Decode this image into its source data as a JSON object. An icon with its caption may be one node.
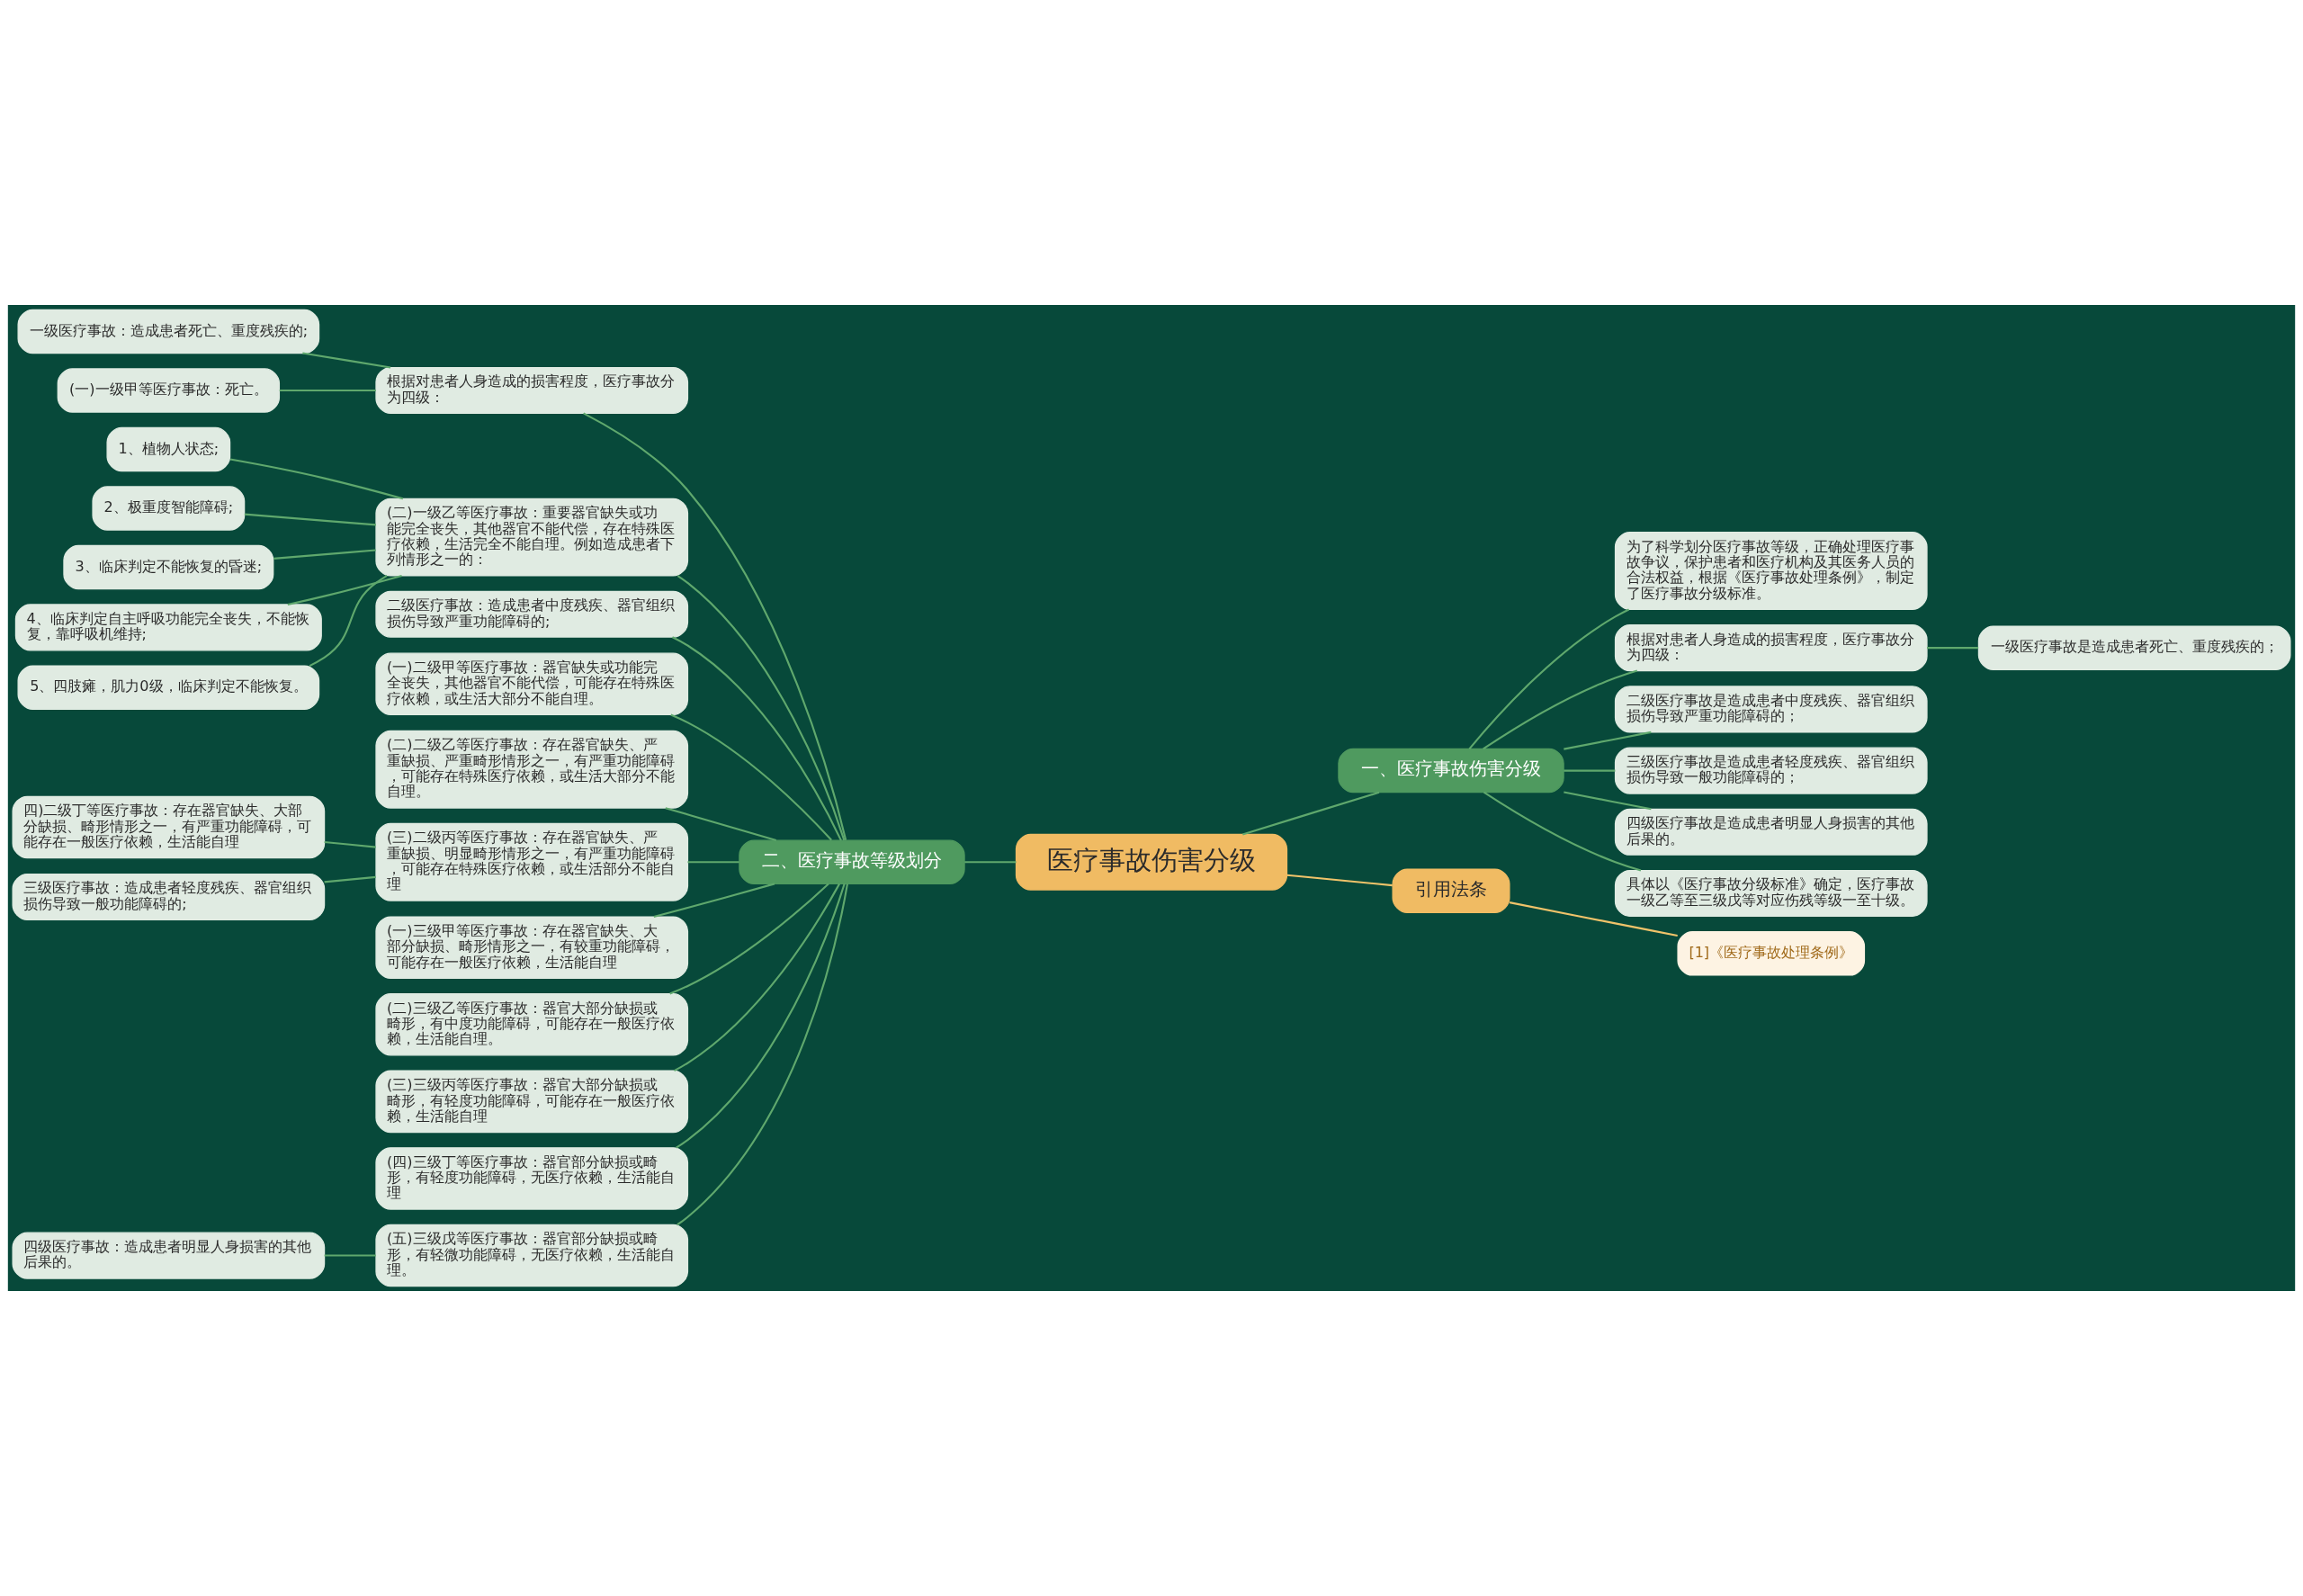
{
  "diagram": {
    "nodes": [
      {
        "text": [
          "医疗事故伤害分级"
        ]
      },
      {
        "text": [
          "一、医疗事故伤害分级"
        ]
      },
      {
        "text": [
          "为了科学划分医疗事故等级，正确处理医疗事故争议，保护患者和医疗机构及其医务人员的合法权益，根据《医疗事故处理条例》，制定了医疗事故分级标准。"
        ]
      },
      {
        "text": [
          "根据对患者人身造成的损害程度，医疗事故分为四级："
        ]
      },
      {
        "text": [
          "二级医疗事故是造成患者中度残疾、器官组织损伤导致严重功能障碍的；"
        ]
      },
      {
        "text": [
          "三级医疗事故是造成患者轻度残疾、器官组织损伤导致一般功能障碍的；"
        ]
      },
      {
        "text": [
          "四级医疗事故是造成患者明显人身损害的其他后果的。"
        ]
      },
      {
        "text": [
          "具体以《医疗事故分级标准》确定，医疗事故一级乙等至三级戊等对应伤残等级一至十级。"
        ]
      },
      {
        "text": [
          "一级医疗事故是造成患者死亡、重度残疾的；"
        ]
      },
      {
        "text": [
          "引用法条"
        ]
      },
      {
        "text": [
          "[1]《医疗事故处理条例》"
        ]
      },
      {
        "text": [
          "二、医疗事故等级划分"
        ]
      },
      {
        "text": [
          "根据对患者人身造成的损害程度，医疗事故分为四级："
        ]
      },
      {
        "text": [
          "一级医疗事故：造成患者死亡、重度残疾的;"
        ]
      },
      {
        "text": [
          "(一)一级甲等医疗事故：死亡。"
        ]
      },
      {
        "text": [
          "(二)一级乙等医疗事故：重要器官缺失或功能完全丧失，其他器官不能代偿，存在特殊医疗依赖，生活完全不能自理。例如造成患者下列情形之一的："
        ]
      },
      {
        "text": [
          "1、植物人状态;"
        ]
      },
      {
        "text": [
          "2、极重度智能障碍;"
        ]
      },
      {
        "text": [
          "3、临床判定不能恢复的昏迷;"
        ]
      },
      {
        "text": [
          "4、临床判定自主呼吸功能完全丧失，不能恢复，靠呼吸机维持;"
        ]
      },
      {
        "text": [
          "5、四肢瘫，肌力0级，临床判定不能恢复。"
        ]
      },
      {
        "text": [
          "二级医疗事故：造成患者中度残疾、器官组织损伤导致严重功能障碍的;"
        ]
      },
      {
        "text": [
          "(一)二级甲等医疗事故：器官缺失或功能完全丧失，其他器官不能代偿，可能存在特殊医疗依赖，或生活大部分不能自理。"
        ]
      },
      {
        "text": [
          "(二)二级乙等医疗事故：存在器官缺失、严重缺损、严重畸形情形之一，有严重功能障碍，可能存在特殊医疗依赖，或生活大部分不能自理。"
        ]
      },
      {
        "text": [
          "(三)二级丙等医疗事故：存在器官缺失、严重缺损、明显畸形情形之一，有严重功能障碍，可能存在特殊医疗依赖，或生活部分不能自理"
        ]
      },
      {
        "text": [
          "四)二级丁等医疗事故：存在器官缺失、大部分缺损、畸形情形之一，有严重功能障碍，可能存在一般医疗依赖，生活能自理"
        ]
      },
      {
        "text": [
          "三级医疗事故：造成患者轻度残疾、器官组织损伤导致一般功能障碍的;"
        ]
      },
      {
        "text": [
          "(一)三级甲等医疗事故：存在器官缺失、大部分缺损、畸形情形之一，有较重功能障碍，可能存在一般医疗依赖，生活能自理"
        ]
      },
      {
        "text": [
          "(二)三级乙等医疗事故：器官大部分缺损或畸形，有中度功能障碍，可能存在一般医疗依赖，生活能自理。"
        ]
      },
      {
        "text": [
          "(三)三级丙等医疗事故：器官大部分缺损或畸形，有轻度功能障碍，可能存在一般医疗依赖，生活能自理"
        ]
      },
      {
        "text": [
          "(四)三级丁等医疗事故：器官部分缺损或畸形，有轻度功能障碍，无医疗依赖，生活能自理"
        ]
      },
      {
        "text": [
          "(五)三级戊等医疗事故：器官部分缺损或畸形，有轻微功能障碍，无医疗依赖，生活能自理。"
        ]
      },
      {
        "text": [
          "四级医疗事故：造成患者明显人身损害的其他后果的。"
        ]
      }
    ],
    "edges": [
      {
        "from": 0,
        "to": 1,
        "arrow": "none"
      },
      {
        "from": 1,
        "to": 2,
        "arrow": "none"
      },
      {
        "from": 1,
        "to": 3,
        "arrow": "none"
      },
      {
        "from": 1,
        "to": 4,
        "arrow": "none"
      },
      {
        "from": 1,
        "to": 5,
        "arrow": "none"
      },
      {
        "from": 1,
        "to": 6,
        "arrow": "none"
      },
      {
        "from": 1,
        "to": 7,
        "arrow": "none"
      },
      {
        "from": 3,
        "to": 8,
        "arrow": "none"
      },
      {
        "from": 0,
        "to": 9,
        "arrow": "none",
        "color": "#f0c36a"
      },
      {
        "from": 9,
        "to": 10,
        "arrow": "none",
        "color": "#f0c36a"
      },
      {
        "from": 0,
        "to": 11,
        "arrow": "none"
      },
      {
        "from": 11,
        "to": 12,
        "arrow": "none"
      },
      {
        "from": 12,
        "to": 13,
        "arrow": "none"
      },
      {
        "from": 12,
        "to": 14,
        "arrow": "none"
      },
      {
        "from": 11,
        "to": 15,
        "arrow": "none"
      },
      {
        "from": 15,
        "to": 16,
        "arrow": "none"
      },
      {
        "from": 15,
        "to": 17,
        "arrow": "none"
      },
      {
        "from": 15,
        "to": 18,
        "arrow": "none"
      },
      {
        "from": 15,
        "to": 19,
        "arrow": "none"
      },
      {
        "from": 15,
        "to": 20,
        "arrow": "none"
      },
      {
        "from": 11,
        "to": 21,
        "arrow": "none"
      },
      {
        "from": 11,
        "to": 22,
        "arrow": "none"
      },
      {
        "from": 11,
        "to": 23,
        "arrow": "none"
      },
      {
        "from": 11,
        "to": 24,
        "arrow": "none"
      },
      {
        "from": 24,
        "to": 25,
        "arrow": "none"
      },
      {
        "from": 24,
        "to": 26,
        "arrow": "none"
      },
      {
        "from": 11,
        "to": 27,
        "arrow": "none"
      },
      {
        "from": 11,
        "to": 28,
        "arrow": "none"
      },
      {
        "from": 11,
        "to": 29,
        "arrow": "none"
      },
      {
        "from": 11,
        "to": 30,
        "arrow": "none"
      },
      {
        "from": 11,
        "to": 31,
        "arrow": "none"
      },
      {
        "from": 31,
        "to": 32,
        "arrow": "none"
      }
    ]
  }
}
